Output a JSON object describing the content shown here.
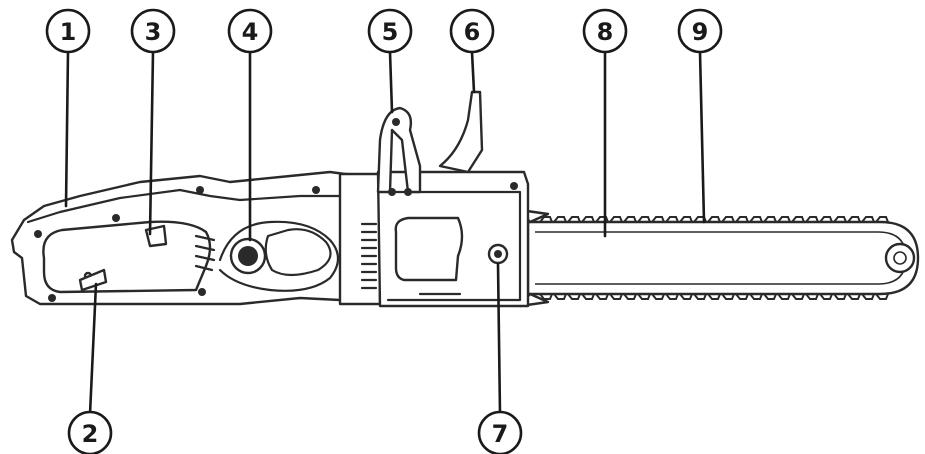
{
  "diagram": {
    "colors": {
      "ink": "#2a2a2a",
      "background": "#ffffff"
    },
    "callouts": [
      {
        "id": "1",
        "part": "rear-handle"
      },
      {
        "id": "2",
        "part": "trigger-switch"
      },
      {
        "id": "3",
        "part": "lock-off-button"
      },
      {
        "id": "4",
        "part": "oil-tank-cap"
      },
      {
        "id": "5",
        "part": "front-handle"
      },
      {
        "id": "6",
        "part": "chain-brake-hand-guard"
      },
      {
        "id": "7",
        "part": "sprocket-cover-knob"
      },
      {
        "id": "8",
        "part": "guide-bar"
      },
      {
        "id": "9",
        "part": "saw-chain"
      }
    ]
  }
}
